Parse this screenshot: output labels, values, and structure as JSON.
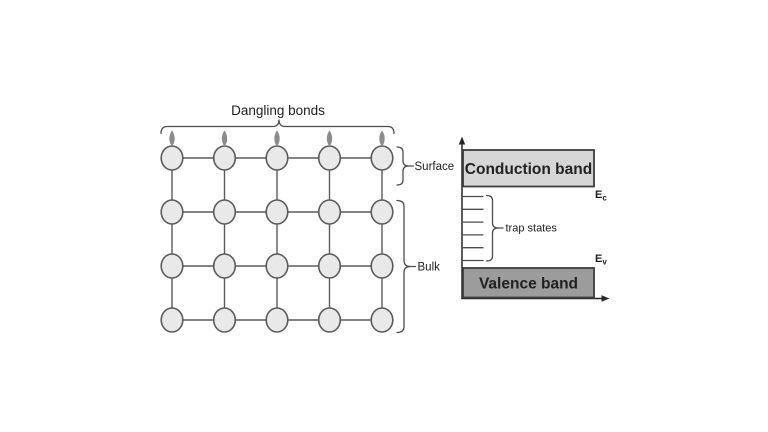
{
  "page": {
    "background": "#ffffff"
  },
  "lattice": {
    "dangling_label": "Dangling bonds",
    "surface_label": "Surface",
    "bulk_label": "Bulk",
    "cols": 5,
    "rows": 4,
    "surface_rows": 1
  },
  "band_diagram": {
    "conduction_band_label": "Conduction band",
    "valence_band_label": "Valence band",
    "trap_states_label": "trap states",
    "trap_state_count": 6,
    "ec_label": {
      "main": "E",
      "sub": "c"
    },
    "ev_label": {
      "main": "E",
      "sub": "v"
    }
  },
  "colors": {
    "page_bg": "#ffffff",
    "atom_fill": "#e9e9e9",
    "atom_stroke": "#5b5b5b",
    "bond_stroke": "#5b5b5b",
    "dangling_fill": "#8c8c8c",
    "brace_stroke": "#4d4d4d",
    "conduction_fill": "#d6d6d6",
    "valence_fill": "#9c9c9c",
    "band_border": "#3d3d3d",
    "trap_line": "#4d4d4d",
    "axis": "#262626",
    "text": "#212121"
  }
}
